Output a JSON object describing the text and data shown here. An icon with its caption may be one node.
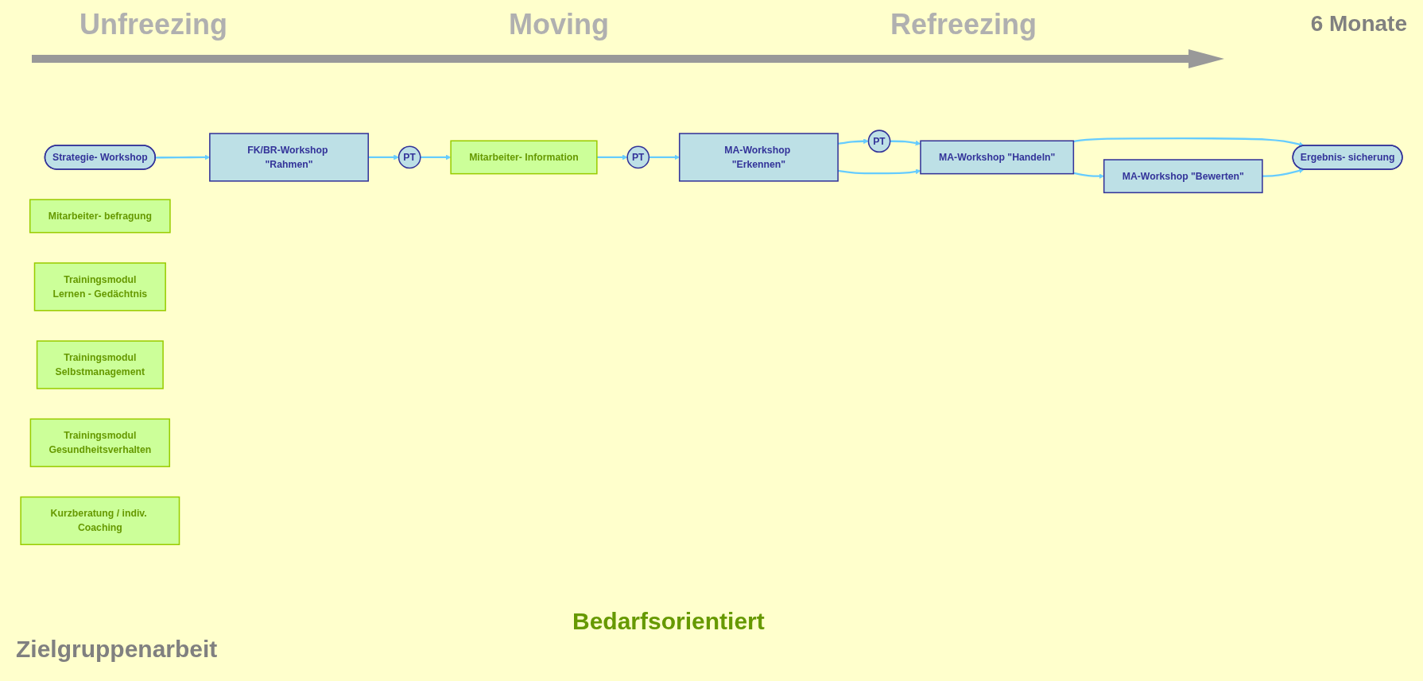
{
  "diagram": {
    "nodes": [
      {
        "text": [
          "Strategie- Workshop"
        ]
      },
      {
        "text": [
          "PT"
        ]
      },
      {
        "text": [
          "PT"
        ]
      },
      {
        "text": [
          "PT"
        ]
      },
      {
        "text": [
          "Ergebnis- sicherung"
        ]
      },
      {
        "text": [
          "FK/BR-Workshop \"Rahmen\""
        ]
      },
      {
        "text": [
          "Mitarbeiter- Information"
        ]
      },
      {
        "text": [
          "MA-Workshop \"Erkennen\""
        ]
      },
      {
        "text": [
          "MA-Workshop \"Handeln\""
        ]
      },
      {
        "text": [
          "MA-Workshop \"Bewerten\""
        ]
      },
      {
        "text": [
          "Mitarbeiter- befragung"
        ]
      },
      {
        "text": [
          "Trainingsmodul",
          "Lernen - Gedächtnis"
        ]
      },
      {
        "text": [
          "Trainingsmodul",
          "Selbstmanagement"
        ]
      },
      {
        "text": [
          "Trainingsmodul",
          "Gesundheitsverhalten"
        ]
      },
      {
        "text": [
          "Kurzberatung / indiv. Coaching"
        ]
      }
    ],
    "edges": [
      {
        "from": 0,
        "to": 5,
        "arrow": "to"
      },
      {
        "from": 5,
        "to": 1,
        "arrow": "to"
      },
      {
        "from": 1,
        "to": 6,
        "arrow": "to"
      },
      {
        "from": 6,
        "to": 2,
        "arrow": "to"
      },
      {
        "from": 2,
        "to": 7,
        "arrow": "to"
      },
      {
        "from": 7,
        "to": 3,
        "arrow": "to"
      },
      {
        "from": 3,
        "to": 8,
        "arrow": "to"
      },
      {
        "from": 7,
        "to": 8,
        "arrow": "to"
      },
      {
        "from": 8,
        "to": 4,
        "arrow": "to"
      },
      {
        "from": 8,
        "to": 9,
        "arrow": "to"
      },
      {
        "from": 9,
        "to": 4,
        "arrow": "to"
      }
    ],
    "labels": [
      "Unfreezing",
      "Moving",
      "Refreezing",
      "6 Monate",
      "Bedarfsorientiert",
      "Zielgruppenarbeit"
    ]
  }
}
